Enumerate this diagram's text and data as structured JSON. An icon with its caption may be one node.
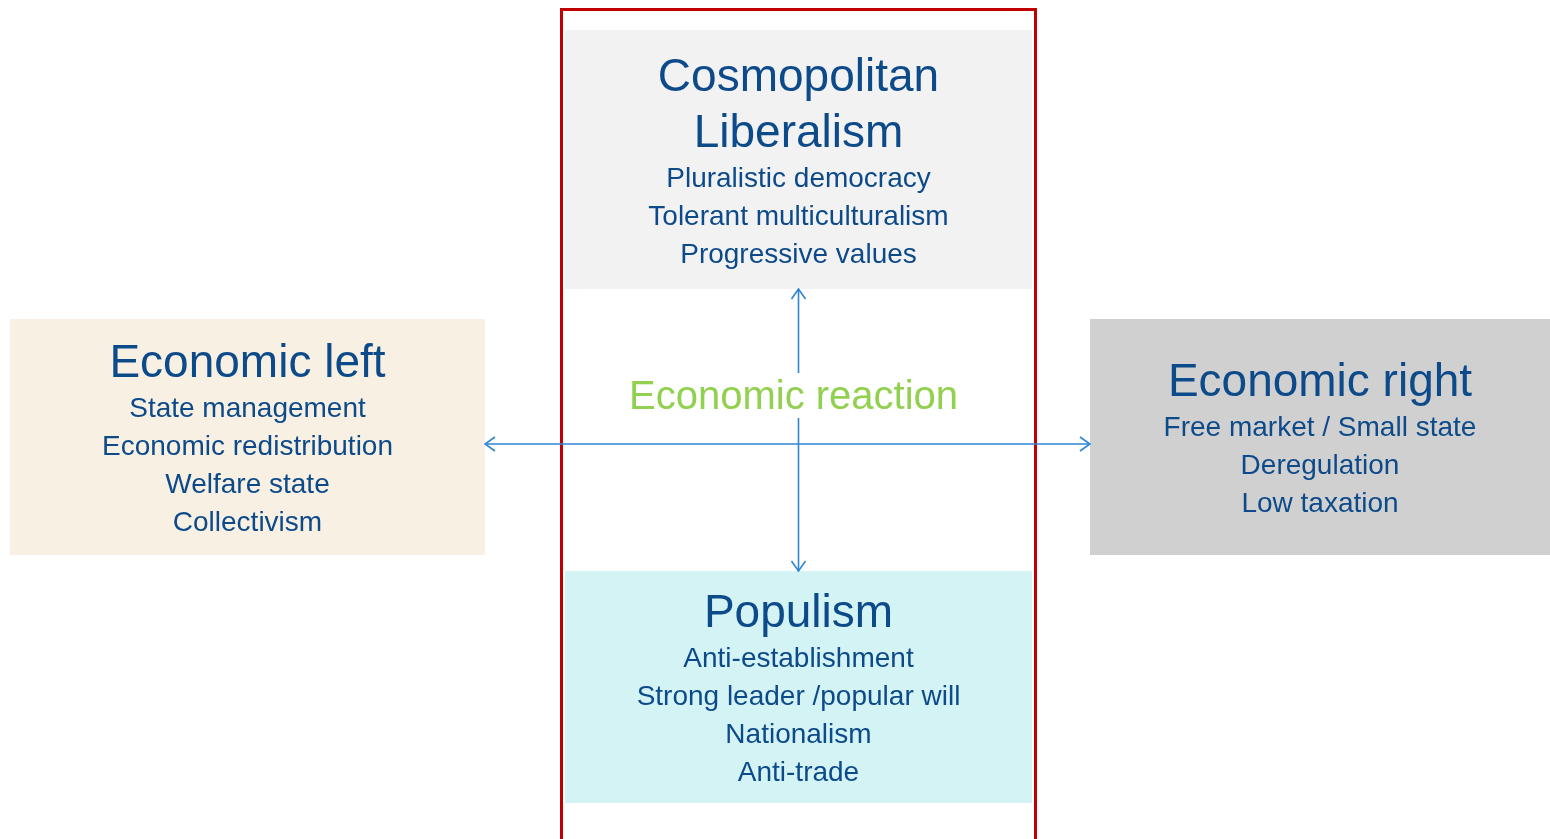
{
  "diagram": {
    "nodes": [
      {
        "text": [
          "Economic reaction"
        ]
      },
      {
        "text": [
          "Cosmopolitan Liberalism",
          "Pluralistic democracy",
          "Tolerant multiculturalism",
          "Progressive values"
        ],
        "in": 0
      },
      {
        "text": [
          "Economic left",
          "State management",
          "Economic redistribution",
          "Welfare state",
          "Collectivism"
        ]
      },
      {
        "text": [
          "Economic right",
          "Free market / Small state",
          "Deregulation",
          "Low taxation"
        ]
      },
      {
        "text": [
          "Populism",
          "Anti-establishment",
          "Strong leader /popular will",
          "Nationalism",
          "Anti-trade"
        ],
        "in": 0
      }
    ],
    "edges": [
      {
        "from": 2,
        "to": 3,
        "arrow": "both"
      },
      {
        "from": 1,
        "to": 4,
        "arrow": "both"
      }
    ]
  }
}
